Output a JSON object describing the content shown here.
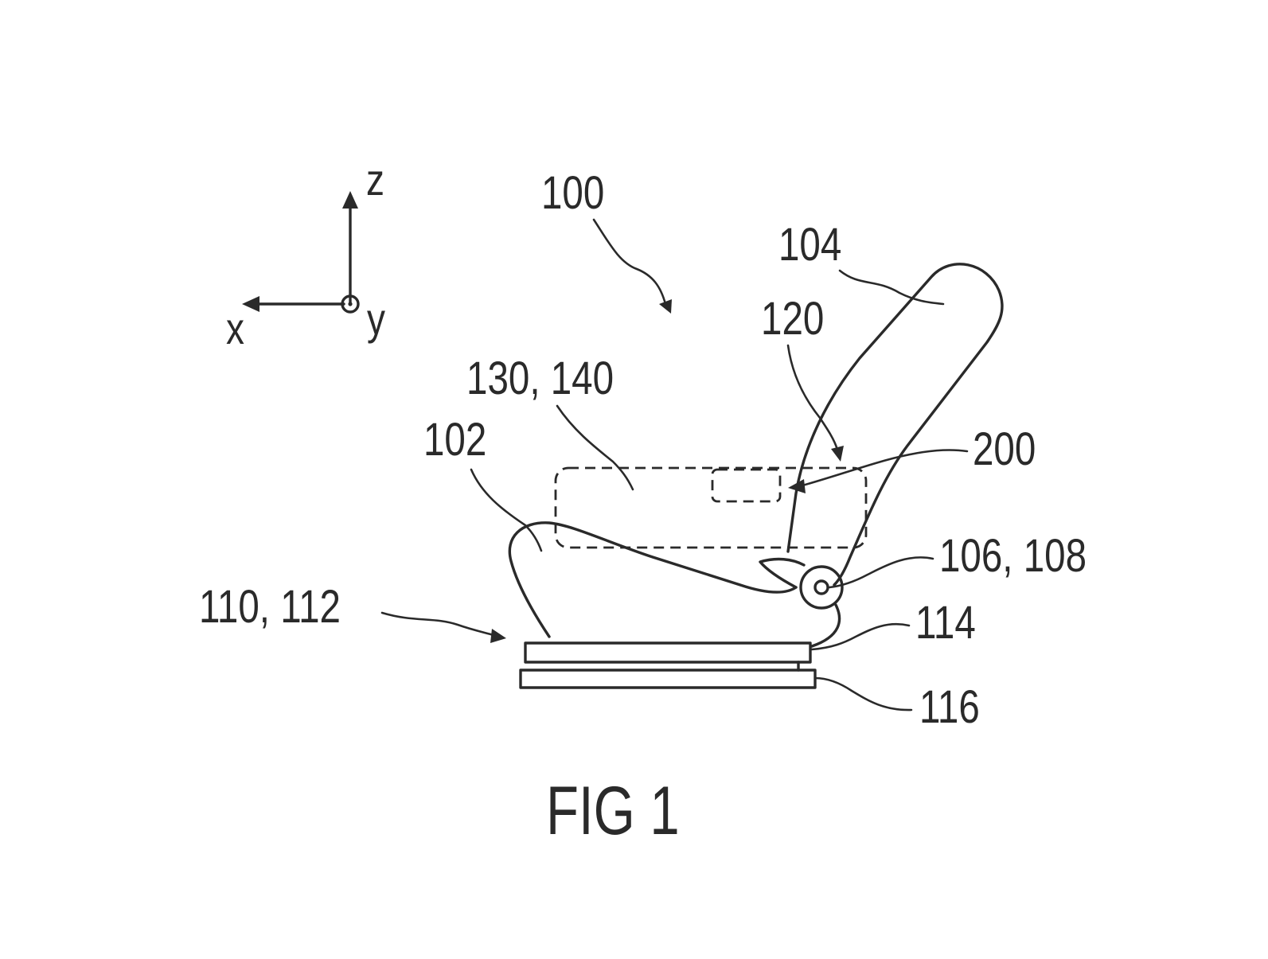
{
  "figure": {
    "caption": "FIG 1",
    "axes": {
      "z": "z",
      "x": "x",
      "y": "y"
    },
    "reference_labels": {
      "assembly": "100",
      "backrest": "104",
      "indicator_120": "120",
      "module": "130, 140",
      "seat_cushion": "102",
      "component_200": "200",
      "hinge": "106, 108",
      "base": "110, 112",
      "rail_114": "114",
      "rail_116": "116"
    }
  }
}
